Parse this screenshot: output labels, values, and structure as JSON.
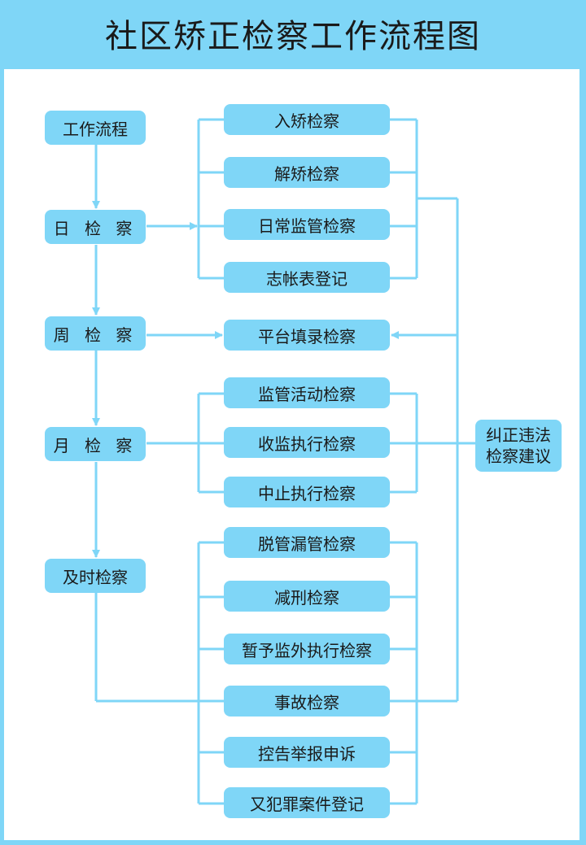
{
  "title": "社区矫正检察工作流程图",
  "stages": {
    "workflow": "工作流程",
    "daily": "日 检 察",
    "weekly": "周 检 察",
    "monthly": "月 检 察",
    "timely": "及时检察"
  },
  "checks": {
    "entry": "入矫检察",
    "release": "解矫检察",
    "daily_supervision": "日常监管检察",
    "register": "志帐表登记",
    "platform": "平台填录检察",
    "activity": "监管活动检察",
    "admission": "收监执行检察",
    "suspension": "中止执行检察",
    "escape": "脱管漏管检察",
    "commutation": "减刑检察",
    "temp_outside": "暂予监外执行检察",
    "accident": "事故检察",
    "complaint": "控告举报申诉",
    "recidivism": "又犯罪案件登记"
  },
  "side": {
    "line1": "纠正违法",
    "line2": "检察建议"
  },
  "colors": {
    "background": "#7fd6f7",
    "box_fill": "#7fd6f7",
    "line": "#7fd6f7",
    "panel": "#ffffff"
  }
}
